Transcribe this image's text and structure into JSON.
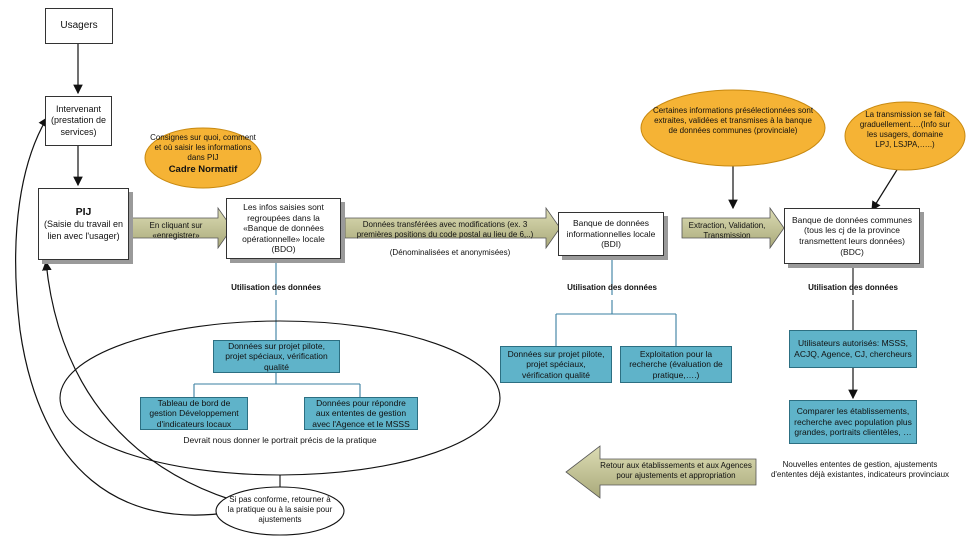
{
  "nodes": {
    "usagers": "Usagers",
    "intervenant": "Intervenant (prestation de services)",
    "pij_title": "PIJ",
    "pij_body": "(Saisie du travail en lien avec l'usager)",
    "bdo": "Les infos saisies sont regroupées dans la «Banque de données opérationnelle» locale (BDO)",
    "bdi": "Banque de données informationnelles locale (BDI)",
    "bdc": "Banque de données communes (tous les cj de la province transmettent leurs données) (BDC)"
  },
  "callouts": {
    "consignes_body": "Consignes sur quoi, comment et où saisir les informations dans PIJ",
    "consignes_title": "Cadre Normatif",
    "certaines": "Certaines informations présélectionnées sont extraites, validées et transmises à la banque de données communes (provinciale)",
    "transmission": "La transmission se fait graduellement….(Info sur les usagers, domaine LPJ, LSJPA,…..)"
  },
  "arrows": {
    "cliquant": "En cliquant sur «enregistrer»",
    "transferees": "Données transférées avec modifications (ex. 3 premières positions du code postal au lieu de 6,..)",
    "denominalisees": "(Dénominalisées et anonymisées)",
    "extraction": "Extraction, Validation, Transmission",
    "retour": "Retour aux établissements et aux Agences pour ajustements et appropriation"
  },
  "labels": {
    "utilisation_1": "Utilisation des données",
    "utilisation_2": "Utilisation des données",
    "utilisation_3": "Utilisation des données",
    "portrait": "Devrait nous donner le portrait précis de la pratique",
    "conforme": "Si pas conforme, retourner à la pratique ou à la saisie pour ajustements",
    "nouvelles": "Nouvelles ententes de gestion, ajustements d'ententes déjà existantes, indicateurs provinciaux"
  },
  "teal": {
    "projet_pilote_1": "Données sur projet pilote, projet spéciaux, vérification qualité",
    "tableau_bord": "Tableau de bord de gestion Développement d'indicateurs locaux",
    "ententes": "Données pour répondre aux ententes de gestion avec l'Agence et le MSSS",
    "projet_pilote_2": "Données sur projet pilote, projet spéciaux, vérification qualité",
    "exploitation": "Exploitation pour la recherche (évaluation de pratique,….)",
    "utilisateurs": "Utilisateurs autorisés: MSSS, ACJQ, Agence, CJ, chercheurs",
    "comparer": "Comparer les établissements, recherche avec population plus grandes, portraits clientèles, …"
  },
  "colors": {
    "orange": "#f5b335",
    "arrow_fill": "#c8c89a",
    "teal": "#5fb3c9"
  }
}
